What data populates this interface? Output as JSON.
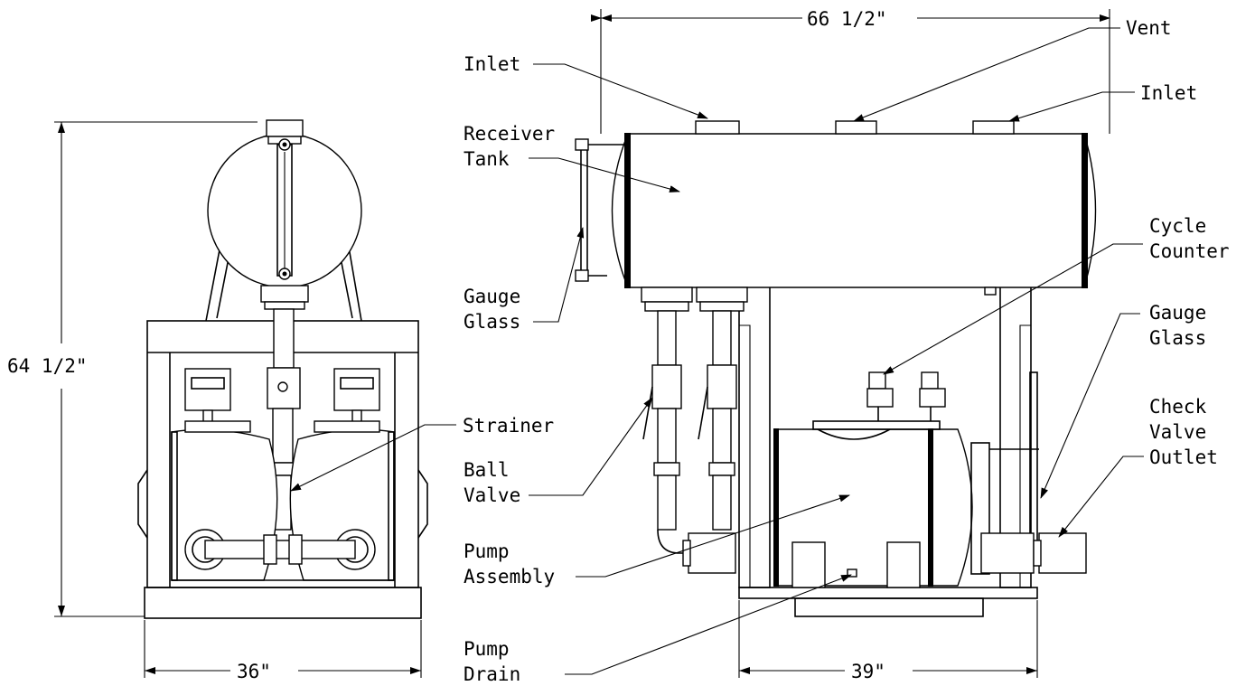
{
  "dimensions": {
    "top_width": "66 1/2\"",
    "left_height": "64 1/2\"",
    "front_width": "36\"",
    "side_width": "39\""
  },
  "callouts": {
    "inlet_left": "Inlet",
    "vent": "Vent",
    "inlet_right": "Inlet",
    "receiver_tank": [
      "Receiver",
      "Tank"
    ],
    "cycle_counter": [
      "Cycle",
      "Counter"
    ],
    "gauge_glass_left": [
      "Gauge",
      "Glass"
    ],
    "gauge_glass_right": [
      "Gauge",
      "Glass"
    ],
    "check_valve_outlet": [
      "Check",
      "Valve",
      "Outlet"
    ],
    "strainer": "Strainer",
    "ball_valve": [
      "Ball",
      "Valve"
    ],
    "pump_assembly": [
      "Pump",
      "Assembly"
    ],
    "pump_drain": [
      "Pump",
      "Drain"
    ]
  }
}
